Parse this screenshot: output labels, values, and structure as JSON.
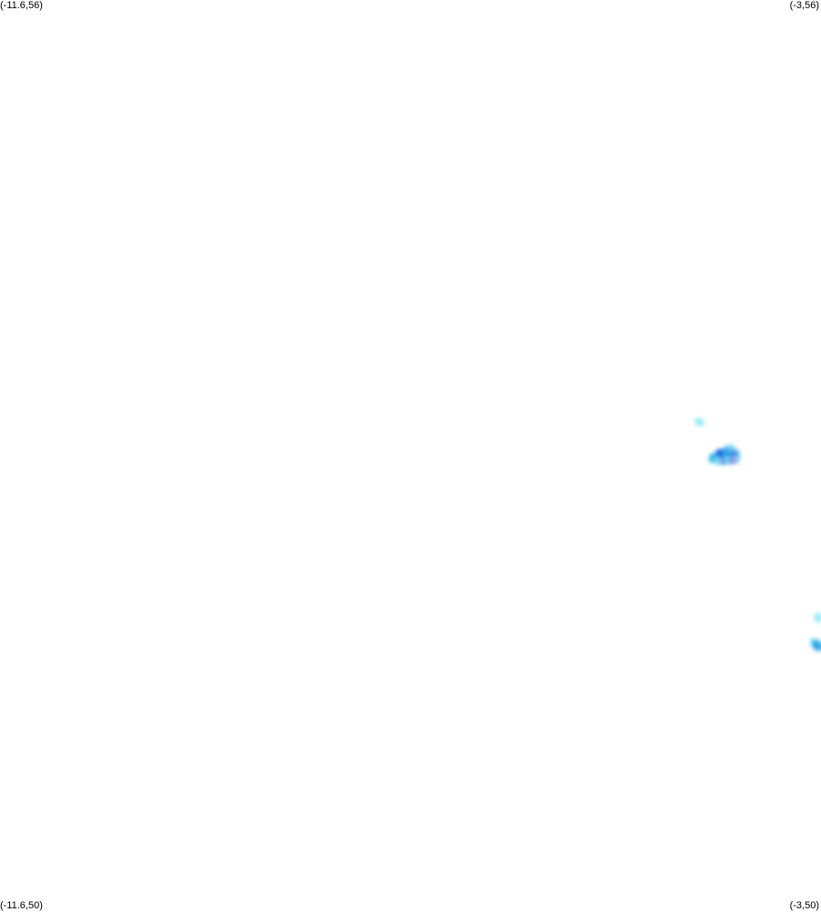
{
  "corners": {
    "top_left": "(-11.6,56)",
    "top_right": "(-3,56)",
    "bottom_left": "(-11.6,50)",
    "bottom_right": "(-3,50)"
  },
  "extent": {
    "lon_min": -11.6,
    "lon_max": -3,
    "lat_min": 50,
    "lat_max": 56
  },
  "palette": {
    "low": "#8ee8f8",
    "mid_low": "#3ab8ec",
    "mid": "#1e78e0",
    "high": "#1e3cd8",
    "peak": "#c81ec8"
  },
  "density_cells": [
    {
      "lon": -4.285,
      "lat": 53.226,
      "level": "low"
    },
    {
      "lon": -4.26,
      "lat": 53.219,
      "level": "low"
    },
    {
      "lon": -4.11,
      "lat": 52.993,
      "level": "mid_low"
    },
    {
      "lon": -4.085,
      "lat": 52.99,
      "level": "mid"
    },
    {
      "lon": -4.06,
      "lat": 52.985,
      "level": "mid"
    },
    {
      "lon": -4.035,
      "lat": 52.979,
      "level": "mid_low"
    },
    {
      "lon": -4.01,
      "lat": 52.985,
      "level": "low"
    },
    {
      "lon": -4.06,
      "lat": 53.016,
      "level": "mid"
    },
    {
      "lon": -4.035,
      "lat": 53.022,
      "level": "high"
    },
    {
      "lon": -4.01,
      "lat": 53.016,
      "level": "mid"
    },
    {
      "lon": -3.99,
      "lat": 53.028,
      "level": "mid_low"
    },
    {
      "lon": -3.965,
      "lat": 53.04,
      "level": "mid_low"
    },
    {
      "lon": -3.945,
      "lat": 53.034,
      "level": "mid"
    },
    {
      "lon": -3.92,
      "lat": 53.022,
      "level": "high"
    },
    {
      "lon": -3.9,
      "lat": 53.01,
      "level": "mid"
    },
    {
      "lon": -3.88,
      "lat": 53.004,
      "level": "low"
    },
    {
      "lon": -3.99,
      "lat": 53.0,
      "level": "mid"
    },
    {
      "lon": -3.965,
      "lat": 52.997,
      "level": "mid_low"
    },
    {
      "lon": -3.945,
      "lat": 53.0,
      "level": "mid"
    },
    {
      "lon": -3.92,
      "lat": 52.991,
      "level": "mid_low"
    },
    {
      "lon": -3.9,
      "lat": 52.991,
      "level": "mid"
    },
    {
      "lon": -4.06,
      "lat": 52.973,
      "level": "mid_low"
    },
    {
      "lon": -4.035,
      "lat": 52.97,
      "level": "mid"
    },
    {
      "lon": -4.01,
      "lat": 52.97,
      "level": "peak"
    },
    {
      "lon": -3.985,
      "lat": 52.973,
      "level": "mid_low"
    },
    {
      "lon": -3.96,
      "lat": 52.976,
      "level": "low"
    },
    {
      "lon": -3.93,
      "lat": 52.973,
      "level": "mid_low"
    },
    {
      "lon": -3.905,
      "lat": 52.973,
      "level": "peak"
    },
    {
      "lon": -3.88,
      "lat": 52.979,
      "level": "low"
    },
    {
      "lon": -4.13,
      "lat": 52.982,
      "level": "mid_low"
    },
    {
      "lon": -4.08,
      "lat": 52.964,
      "level": "low"
    },
    {
      "lon": -3.94,
      "lat": 53.052,
      "level": "low"
    },
    {
      "lon": -3.03,
      "lat": 51.946,
      "level": "low"
    },
    {
      "lon": -3.03,
      "lat": 51.928,
      "level": "low"
    },
    {
      "lon": -3.08,
      "lat": 51.778,
      "level": "low"
    },
    {
      "lon": -3.055,
      "lat": 51.766,
      "level": "mid_low"
    },
    {
      "lon": -3.03,
      "lat": 51.748,
      "level": "mid"
    },
    {
      "lon": -3.01,
      "lat": 51.745,
      "level": "mid_low"
    }
  ]
}
